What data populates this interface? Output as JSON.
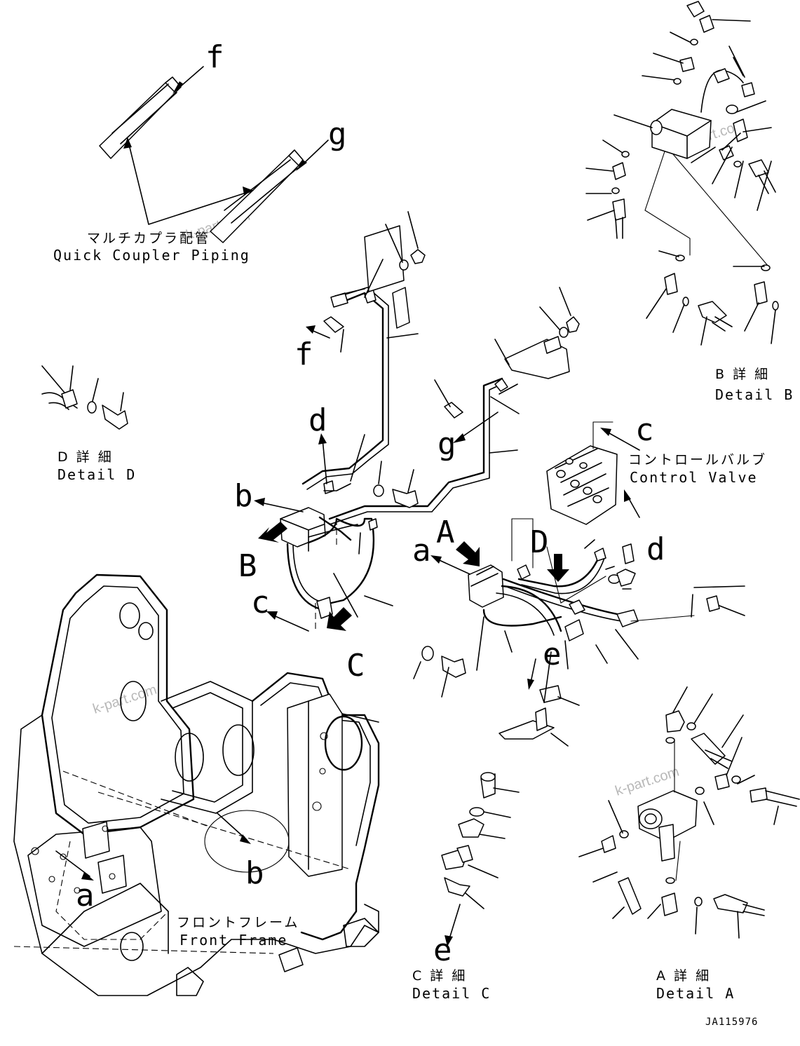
{
  "captions": {
    "quick_coupler_jp": "マルチカプラ配管",
    "quick_coupler_en": "Quick Coupler Piping",
    "control_valve_jp": "コントロールバルブ",
    "control_valve_en": "Control Valve",
    "front_frame_jp": "フロントフレーム",
    "front_frame_en": "Front Frame",
    "detail_a_jp": "A 詳 細",
    "detail_a_en": "Detail A",
    "detail_b_jp": "B 詳 細",
    "detail_b_en": "Detail B",
    "detail_c_jp": "C 詳 細",
    "detail_c_en": "Detail C",
    "detail_d_jp": "D 詳 細",
    "detail_d_en": "Detail D"
  },
  "labels": {
    "f_top": "f",
    "g_top": "g",
    "f_mid": "f",
    "g_mid": "g",
    "d_left": "d",
    "d_right": "d",
    "b_left": "b",
    "b_frame": "b",
    "a_mid": "a",
    "a_frame": "a",
    "c_left": "c",
    "c_top": "c",
    "e_mid": "e",
    "e_detail": "e",
    "view_A": "A",
    "view_B": "B",
    "view_C": "C",
    "view_D": "D"
  },
  "watermark": "k-part.com",
  "drawing_code": "JA115976"
}
